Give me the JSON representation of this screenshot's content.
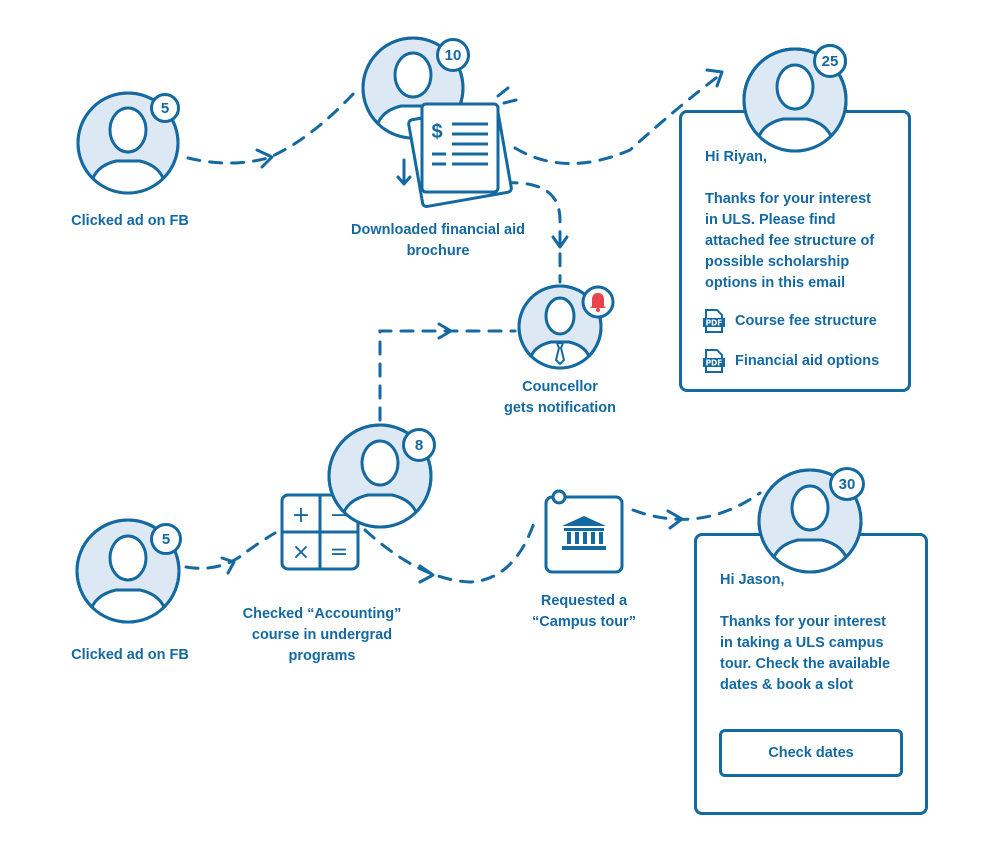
{
  "colors": {
    "primary": "#1469a0",
    "fill": "#dde8f5",
    "alert": "#e8454a",
    "background": "#ffffff"
  },
  "nodes": [
    {
      "id": "fb-click-1",
      "score": "5",
      "label": "Clicked ad on FB"
    },
    {
      "id": "brochure-download",
      "score": "10",
      "label_lines": [
        "Downloaded financial aid",
        "brochure"
      ]
    },
    {
      "id": "email-riyan",
      "score": "25"
    },
    {
      "id": "councellor",
      "label_lines": [
        "Councellor",
        "gets notification"
      ],
      "icon": "bell-icon"
    },
    {
      "id": "accounting-check",
      "score": "8",
      "label_lines": [
        "Checked “Accounting”",
        "course in undergrad",
        "programs"
      ]
    },
    {
      "id": "fb-click-2",
      "score": "5",
      "label": "Clicked ad on FB"
    },
    {
      "id": "campus-tour",
      "label_lines": [
        "Requested a",
        "“Campus tour”"
      ],
      "icon": "museum-icon"
    },
    {
      "id": "email-jason",
      "score": "30"
    }
  ],
  "cards": {
    "riyan": {
      "greeting": "Hi Riyan,",
      "message_lines": [
        "Thanks for your interest",
        "in ULS. Please find",
        "attached fee structure of",
        "possible scholarship",
        "options in this email"
      ],
      "attachments": [
        {
          "icon": "pdf-icon",
          "icon_text": "PDF",
          "label": "Course fee structure"
        },
        {
          "icon": "pdf-icon",
          "icon_text": "PDF",
          "label": "Financial aid options"
        }
      ]
    },
    "jason": {
      "greeting": "Hi Jason,",
      "message_lines": [
        "Thanks for your interest",
        "in taking a ULS campus",
        "tour. Check the available",
        "dates & book a slot"
      ],
      "button_label": "Check dates"
    }
  },
  "icons": {
    "brochure": "document-dollar-icon",
    "download": "download-arrow-icon",
    "calculator": "calculator-icon",
    "calc_symbols": [
      "+",
      "−",
      "×",
      "="
    ],
    "dollar_symbol": "$"
  }
}
